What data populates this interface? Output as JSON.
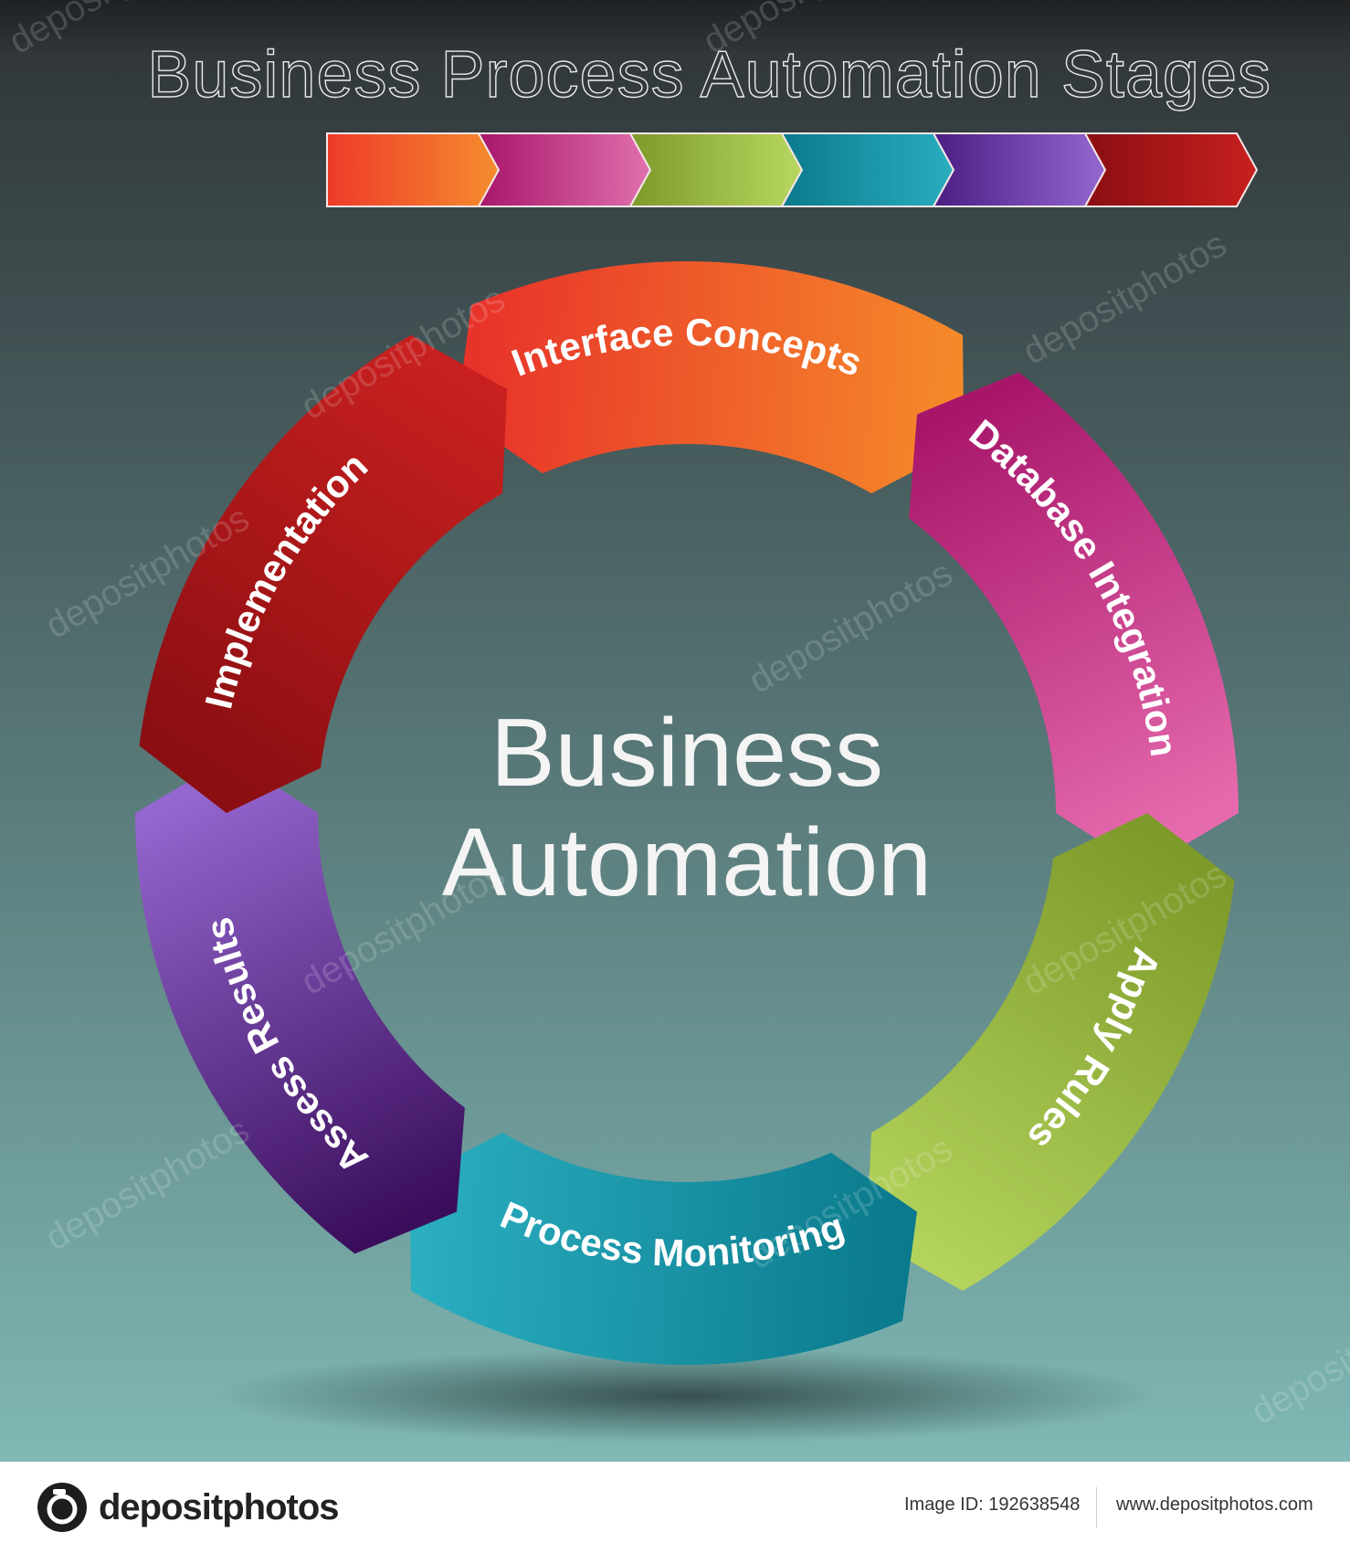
{
  "title": "Business Process Automation Stages",
  "center": {
    "line1": "Business",
    "line2": "Automation"
  },
  "stages": [
    {
      "label": "Interface Concepts",
      "color_a": "#e8332a",
      "color_b": "#f5892a",
      "icon": "arc-segment"
    },
    {
      "label": "Database Integration",
      "color_a": "#a8166a",
      "color_b": "#e66bae",
      "icon": "arc-segment"
    },
    {
      "label": "Apply Rules",
      "color_a": "#7e9a2a",
      "color_b": "#b3d35c",
      "icon": "arc-segment"
    },
    {
      "label": "Process Monitoring",
      "color_a": "#0a7a8c",
      "color_b": "#2aaec0",
      "icon": "arc-segment"
    },
    {
      "label": "Assess Results",
      "color_a": "#3a0e5c",
      "color_b": "#9466cf",
      "icon": "arc-segment"
    },
    {
      "label": "Implementation",
      "color_a": "#8a0e12",
      "color_b": "#c8201f",
      "icon": "arc-segment"
    }
  ],
  "arrow_bar_colors": [
    [
      "#ee3a2a",
      "#f58d2e"
    ],
    [
      "#a8166a",
      "#e070ae"
    ],
    [
      "#7e9a2a",
      "#b7d860"
    ],
    [
      "#0a7a8c",
      "#2aaec0"
    ],
    [
      "#4b1e84",
      "#9466cf"
    ],
    [
      "#8a0e12",
      "#c8201f"
    ]
  ],
  "background": {
    "top": "#2e3235",
    "bottom": "#7fb8b5"
  },
  "watermark": "depositphotos",
  "footer": {
    "brand": "depositphotos",
    "image_id": "Image ID: 192638548",
    "site": "www.depositphotos.com"
  }
}
